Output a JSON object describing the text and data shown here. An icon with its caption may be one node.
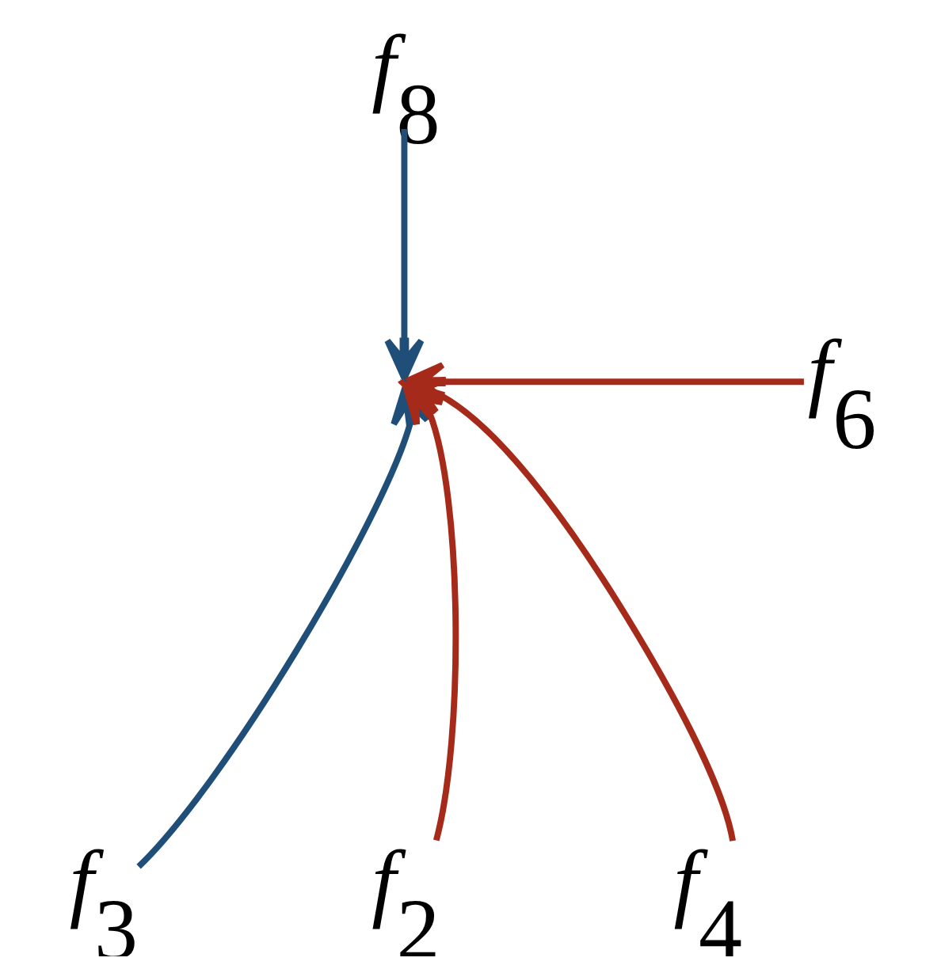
{
  "diagram": {
    "nodes": [
      {
        "text": [
          "*f*$_{8}$"
        ]
      },
      {
        "text": [
          "*f*$_{6}$"
        ]
      },
      {
        "text": [
          "*f*$_{3}$"
        ]
      },
      {
        "text": [
          "*f*$_{4}$"
        ]
      },
      {
        "text": [
          "*f*$_{2}$"
        ]
      }
    ],
    "edges": [
      {
        "from": 0,
        "to": null,
        "arrow": "to",
        "color": "#1f4e79"
      },
      {
        "from": 1,
        "to": null,
        "arrow": "to",
        "color": "#a52a1a"
      },
      {
        "from": 2,
        "to": null,
        "arrow": "to",
        "color": "#1f4e79"
      },
      {
        "from": 4,
        "to": null,
        "arrow": "to",
        "color": "#a52a1a"
      },
      {
        "from": 3,
        "to": null,
        "arrow": "to",
        "color": "#a52a1a"
      }
    ]
  }
}
